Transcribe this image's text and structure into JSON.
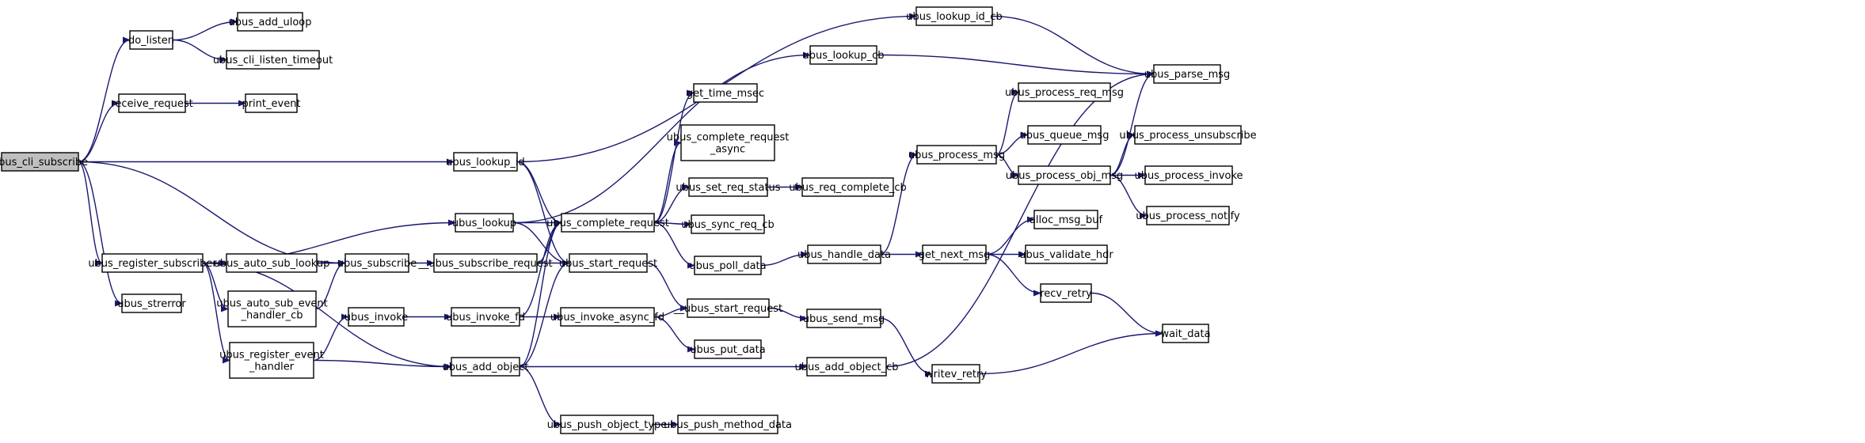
{
  "graph": {
    "root": "ubus_cli_subscribe",
    "colors": {
      "edge": "#191970",
      "root_fill": "#bfbfbf",
      "node_fill": "#ffffff",
      "node_border": "#000000",
      "truncated_border": "#ff0000"
    },
    "nodes": [
      {
        "id": "ubus_cli_subscribe",
        "lines": [
          "ubus_cli_subscribe"
        ],
        "root": true
      },
      {
        "id": "do_listen",
        "lines": [
          "do_listen"
        ]
      },
      {
        "id": "receive_request",
        "lines": [
          "receive_request"
        ]
      },
      {
        "id": "ubus_register_subscriber",
        "lines": [
          "ubus_register_subscriber"
        ]
      },
      {
        "id": "ubus_strerror",
        "lines": [
          "ubus_strerror"
        ]
      },
      {
        "id": "ubus_add_uloop",
        "lines": [
          "ubus_add_uloop"
        ]
      },
      {
        "id": "ubus_cli_listen_timeout",
        "lines": [
          "ubus_cli_listen_timeout"
        ]
      },
      {
        "id": "print_event",
        "lines": [
          "print_event"
        ]
      },
      {
        "id": "ubus_auto_sub_lookup",
        "lines": [
          "ubus_auto_sub_lookup"
        ]
      },
      {
        "id": "ubus_auto_sub_event_handler_cb",
        "lines": [
          "ubus_auto_sub_event",
          "_handler_cb"
        ]
      },
      {
        "id": "ubus_register_event_handler",
        "lines": [
          "ubus_register_event",
          "_handler"
        ]
      },
      {
        "id": "ubus_subscribe",
        "lines": [
          "ubus_subscribe"
        ]
      },
      {
        "id": "ubus_invoke",
        "lines": [
          "ubus_invoke"
        ]
      },
      {
        "id": "__ubus_subscribe_request",
        "lines": [
          "__ubus_subscribe_request"
        ]
      },
      {
        "id": "ubus_lookup_id",
        "lines": [
          "ubus_lookup_id"
        ]
      },
      {
        "id": "ubus_lookup",
        "lines": [
          "ubus_lookup"
        ]
      },
      {
        "id": "ubus_invoke_fd",
        "lines": [
          "ubus_invoke_fd"
        ]
      },
      {
        "id": "ubus_add_object",
        "lines": [
          "ubus_add_object"
        ]
      },
      {
        "id": "ubus_complete_request",
        "lines": [
          "ubus_complete_request"
        ]
      },
      {
        "id": "ubus_start_request",
        "lines": [
          "ubus_start_request"
        ]
      },
      {
        "id": "ubus_invoke_async_fd",
        "lines": [
          "ubus_invoke_async_fd"
        ]
      },
      {
        "id": "ubus_push_object_type",
        "lines": [
          "ubus_push_object_type"
        ]
      },
      {
        "id": "get_time_msec",
        "lines": [
          "get_time_msec"
        ]
      },
      {
        "id": "ubus_complete_request_async",
        "lines": [
          "ubus_complete_request",
          "_async"
        ]
      },
      {
        "id": "ubus_set_req_status",
        "lines": [
          "ubus_set_req_status"
        ]
      },
      {
        "id": "ubus_sync_req_cb",
        "lines": [
          "ubus_sync_req_cb"
        ]
      },
      {
        "id": "ubus_poll_data",
        "lines": [
          "ubus_poll_data"
        ]
      },
      {
        "id": "__ubus_start_request",
        "lines": [
          "__ubus_start_request"
        ]
      },
      {
        "id": "ubus_put_data",
        "lines": [
          "ubus_put_data"
        ]
      },
      {
        "id": "ubus_push_method_data",
        "lines": [
          "ubus_push_method_data"
        ]
      },
      {
        "id": "ubus_lookup_id_cb",
        "lines": [
          "ubus_lookup_id_cb"
        ]
      },
      {
        "id": "ubus_lookup_cb",
        "lines": [
          "ubus_lookup_cb"
        ]
      },
      {
        "id": "ubus_req_complete_cb",
        "lines": [
          "ubus_req_complete_cb"
        ]
      },
      {
        "id": "ubus_handle_data",
        "lines": [
          "ubus_handle_data"
        ]
      },
      {
        "id": "ubus_send_msg",
        "lines": [
          "ubus_send_msg"
        ]
      },
      {
        "id": "ubus_add_object_cb",
        "lines": [
          "ubus_add_object_cb"
        ]
      },
      {
        "id": "ubus_process_msg",
        "lines": [
          "ubus_process_msg"
        ]
      },
      {
        "id": "get_next_msg",
        "lines": [
          "get_next_msg"
        ]
      },
      {
        "id": "writev_retry",
        "lines": [
          "writev_retry"
        ]
      },
      {
        "id": "ubus_process_req_msg",
        "lines": [
          "ubus_process_req_msg"
        ],
        "truncated": true
      },
      {
        "id": "ubus_queue_msg",
        "lines": [
          "ubus_queue_msg"
        ]
      },
      {
        "id": "ubus_process_obj_msg",
        "lines": [
          "ubus_process_obj_msg"
        ]
      },
      {
        "id": "alloc_msg_buf",
        "lines": [
          "alloc_msg_buf"
        ]
      },
      {
        "id": "ubus_validate_hdr",
        "lines": [
          "ubus_validate_hdr"
        ]
      },
      {
        "id": "recv_retry",
        "lines": [
          "recv_retry"
        ]
      },
      {
        "id": "ubus_parse_msg",
        "lines": [
          "ubus_parse_msg"
        ]
      },
      {
        "id": "ubus_process_unsubscribe",
        "lines": [
          "ubus_process_unsubscribe"
        ]
      },
      {
        "id": "ubus_process_invoke",
        "lines": [
          "ubus_process_invoke"
        ],
        "truncated": true
      },
      {
        "id": "ubus_process_notify",
        "lines": [
          "ubus_process_notify"
        ]
      },
      {
        "id": "wait_data",
        "lines": [
          "wait_data"
        ]
      }
    ],
    "edges": [
      [
        "ubus_cli_subscribe",
        "do_listen"
      ],
      [
        "ubus_cli_subscribe",
        "receive_request"
      ],
      [
        "ubus_cli_subscribe",
        "ubus_lookup_id"
      ],
      [
        "ubus_cli_subscribe",
        "ubus_register_subscriber"
      ],
      [
        "ubus_cli_subscribe",
        "ubus_subscribe"
      ],
      [
        "ubus_cli_subscribe",
        "ubus_strerror"
      ],
      [
        "do_listen",
        "ubus_add_uloop"
      ],
      [
        "do_listen",
        "ubus_cli_listen_timeout"
      ],
      [
        "receive_request",
        "print_event"
      ],
      [
        "ubus_register_subscriber",
        "ubus_auto_sub_lookup"
      ],
      [
        "ubus_register_subscriber",
        "ubus_subscribe"
      ],
      [
        "ubus_register_subscriber",
        "ubus_lookup"
      ],
      [
        "ubus_register_subscriber",
        "ubus_auto_sub_event_handler_cb"
      ],
      [
        "ubus_register_subscriber",
        "ubus_register_event_handler"
      ],
      [
        "ubus_register_subscriber",
        "ubus_add_object"
      ],
      [
        "ubus_auto_sub_lookup",
        "ubus_subscribe"
      ],
      [
        "ubus_auto_sub_event_handler_cb",
        "ubus_subscribe"
      ],
      [
        "ubus_register_event_handler",
        "ubus_invoke"
      ],
      [
        "ubus_register_event_handler",
        "ubus_add_object"
      ],
      [
        "ubus_subscribe",
        "__ubus_subscribe_request"
      ],
      [
        "__ubus_subscribe_request",
        "ubus_complete_request"
      ],
      [
        "__ubus_subscribe_request",
        "ubus_start_request"
      ],
      [
        "ubus_invoke",
        "ubus_invoke_fd"
      ],
      [
        "ubus_invoke_fd",
        "ubus_complete_request"
      ],
      [
        "ubus_invoke_fd",
        "ubus_invoke_async_fd"
      ],
      [
        "ubus_lookup_id",
        "ubus_lookup_id_cb"
      ],
      [
        "ubus_lookup_id",
        "ubus_complete_request"
      ],
      [
        "ubus_lookup_id",
        "ubus_start_request"
      ],
      [
        "ubus_lookup",
        "ubus_lookup_cb"
      ],
      [
        "ubus_lookup",
        "ubus_complete_request"
      ],
      [
        "ubus_lookup",
        "ubus_start_request"
      ],
      [
        "ubus_add_object",
        "ubus_complete_request"
      ],
      [
        "ubus_add_object",
        "ubus_start_request"
      ],
      [
        "ubus_add_object",
        "ubus_add_object_cb"
      ],
      [
        "ubus_add_object",
        "ubus_push_object_type"
      ],
      [
        "ubus_complete_request",
        "get_time_msec"
      ],
      [
        "ubus_complete_request",
        "ubus_complete_request_async"
      ],
      [
        "ubus_complete_request",
        "ubus_set_req_status"
      ],
      [
        "ubus_complete_request",
        "ubus_sync_req_cb"
      ],
      [
        "ubus_complete_request",
        "ubus_poll_data"
      ],
      [
        "ubus_start_request",
        "__ubus_start_request"
      ],
      [
        "ubus_invoke_async_fd",
        "__ubus_start_request"
      ],
      [
        "ubus_invoke_async_fd",
        "ubus_put_data"
      ],
      [
        "ubus_push_object_type",
        "ubus_push_method_data"
      ],
      [
        "ubus_set_req_status",
        "ubus_req_complete_cb"
      ],
      [
        "ubus_poll_data",
        "ubus_handle_data"
      ],
      [
        "__ubus_start_request",
        "ubus_send_msg"
      ],
      [
        "ubus_send_msg",
        "writev_retry"
      ],
      [
        "ubus_lookup_id_cb",
        "ubus_parse_msg"
      ],
      [
        "ubus_lookup_cb",
        "ubus_parse_msg"
      ],
      [
        "ubus_add_object_cb",
        "ubus_parse_msg"
      ],
      [
        "ubus_handle_data",
        "ubus_process_msg"
      ],
      [
        "ubus_handle_data",
        "get_next_msg"
      ],
      [
        "ubus_process_msg",
        "ubus_process_req_msg"
      ],
      [
        "ubus_process_msg",
        "ubus_queue_msg"
      ],
      [
        "ubus_process_msg",
        "ubus_process_obj_msg"
      ],
      [
        "ubus_process_obj_msg",
        "ubus_parse_msg"
      ],
      [
        "ubus_process_obj_msg",
        "ubus_process_unsubscribe"
      ],
      [
        "ubus_process_obj_msg",
        "ubus_process_invoke"
      ],
      [
        "ubus_process_obj_msg",
        "ubus_process_notify"
      ],
      [
        "get_next_msg",
        "alloc_msg_buf"
      ],
      [
        "get_next_msg",
        "ubus_validate_hdr"
      ],
      [
        "get_next_msg",
        "recv_retry"
      ],
      [
        "recv_retry",
        "wait_data"
      ],
      [
        "writev_retry",
        "wait_data"
      ]
    ]
  }
}
